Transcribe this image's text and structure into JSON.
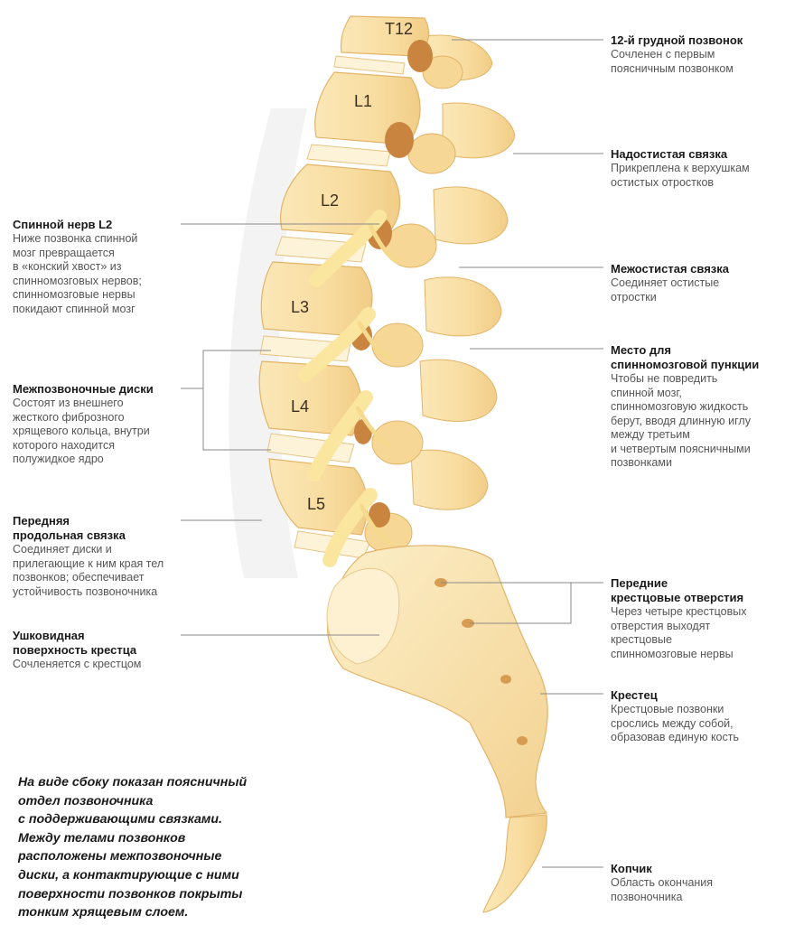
{
  "vertebrae": [
    "T12",
    "L1",
    "L2",
    "L3",
    "L4",
    "L5"
  ],
  "labels_right": [
    {
      "key": "t12",
      "title": "12-й грудной позвонок",
      "desc": "Сочленен с первым\nпоясничным позвонком"
    },
    {
      "key": "supraspinous",
      "title": "Надостистая связка",
      "desc": "Прикреплена к верхушкам\nостистых отростков"
    },
    {
      "key": "interspinous",
      "title": "Межостистая связка",
      "desc": "Соединяет остистые\nотростки"
    },
    {
      "key": "puncture",
      "title": "Место для\nспинномозговой пункции",
      "desc": "Чтобы не повредить\nспинной мозг,\nспинномозговую жидкость\nберут, вводя длинную иглу\nмежду третьим\nи четвертым поясничными\nпозвонками"
    },
    {
      "key": "sacral_foramina",
      "title": "Передние\nкрестцовые отверстия",
      "desc": "Через четыре крестцовых\nотверстия выходят\nкрестцовые\nспинномозговые нервы"
    },
    {
      "key": "sacrum",
      "title": "Крестец",
      "desc": "Крестцовые позвонки\nсрослись между собой,\nобразовав единую кость"
    },
    {
      "key": "coccyx",
      "title": "Копчик",
      "desc": "Область окончания\nпозвоночника"
    }
  ],
  "labels_left": [
    {
      "key": "nerve",
      "title": "Спинной нерв L2",
      "desc": "Ниже позвонка  спинной\nмозг превращается\nв «конский хвост» из\nспинномозговых нервов;\nспинномозговые нервы\nпокидают спинной мозг"
    },
    {
      "key": "discs",
      "title": "Межпозвоночные диски",
      "desc": "Состоят из внешнего\nжесткого фиброзного\nхрящевого кольца, внутри\nкоторого находится\nполужидкое ядро"
    },
    {
      "key": "anterior_ligament",
      "title": "Передняя\nпродольная связка",
      "desc": "Соединяет диски и\nприлегающие к ним края тел\nпозвонков; обеспечивает\nустойчивость позвоночника"
    },
    {
      "key": "auricular",
      "title": "Ушковидная\nповерхность крестца",
      "desc": "Сочленяется с крестцом"
    }
  ],
  "caption": "На виде сбоку показан поясничный\nотдел позвоночника\nс поддерживающими связками.\nМежду телами позвонков\nрасположены межпозвоночные\nдиски, а контактирующие с ними\nповерхности позвонков покрыты\nтонким хрящевым слоем.",
  "colors": {
    "bone": "#f9e0a6",
    "bone_shade": "#ecc57f",
    "bone_edge": "#e2b468",
    "cord": "#c9853f",
    "nerve": "#fbe6a0",
    "line": "#8a8a8a"
  }
}
